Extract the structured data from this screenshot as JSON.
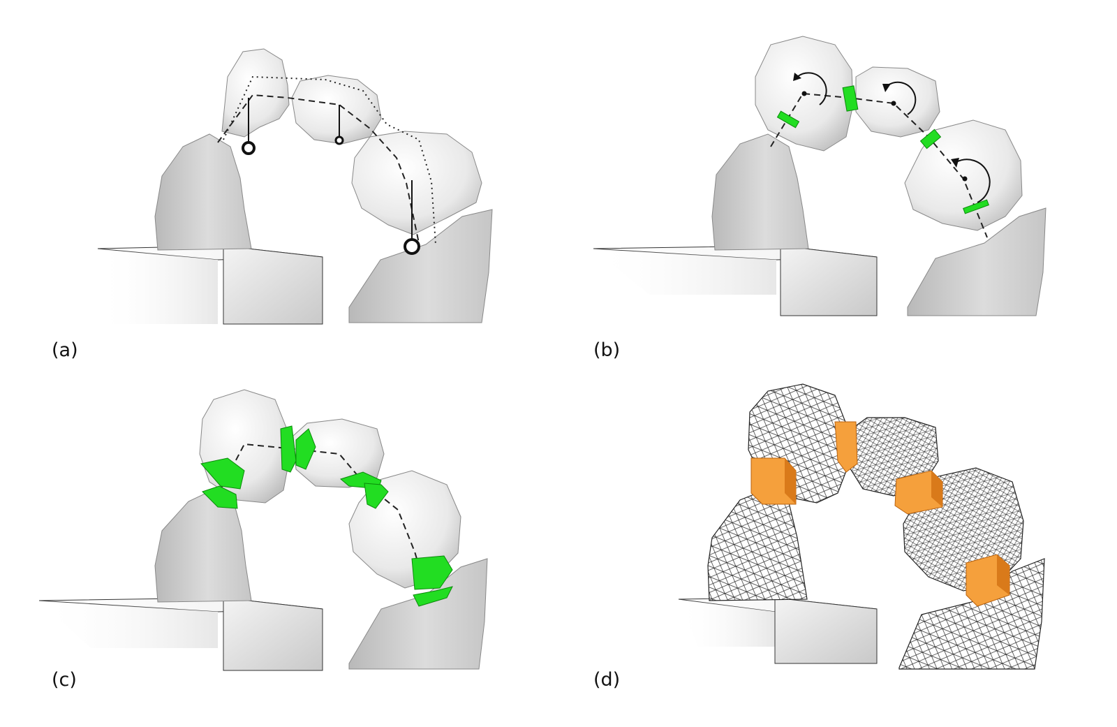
{
  "panels": [
    {
      "label": "(a)"
    },
    {
      "label": "(b)"
    },
    {
      "label": "(c)"
    },
    {
      "label": "(d)"
    }
  ],
  "colors": {
    "rock_fill": "#f1f1f1",
    "rock_shade": "#c4c4c4",
    "box_fill": "#f2f2f2",
    "box_side": "#dcdcdc",
    "contact_green": "#22dd22",
    "contact_green_edge": "#0a8a0a",
    "block_orange": "#f5a03c",
    "block_orange_dark": "#d97a1a",
    "ink": "#111111"
  }
}
